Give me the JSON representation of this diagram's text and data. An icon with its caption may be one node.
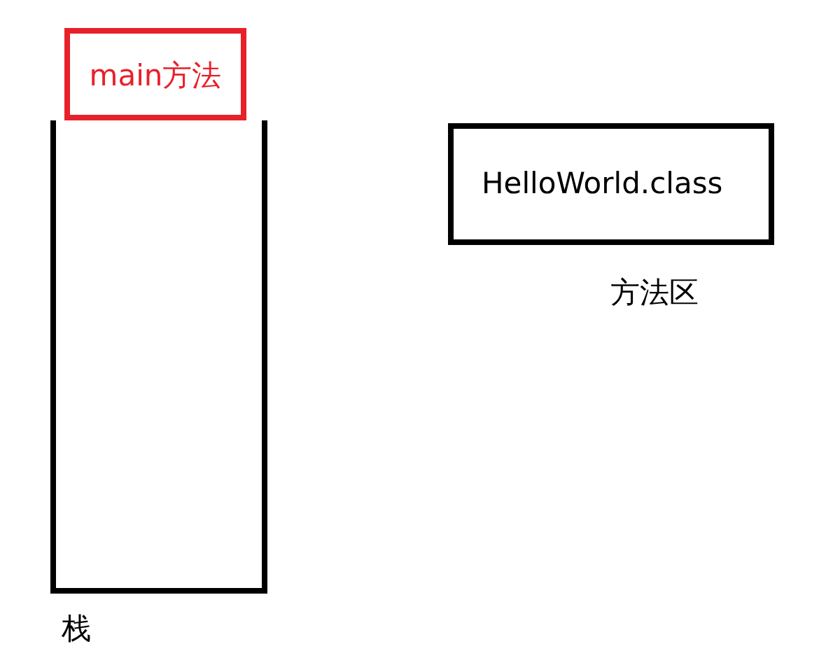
{
  "diagram": {
    "nodes": [
      {
        "text": [],
        "shape": "box",
        "beside": [
          "栈"
        ]
      },
      {
        "text": [
          "main方法"
        ]
      },
      {
        "text": [
          "HelloWorld.class"
        ],
        "beside": [
          "方法区"
        ]
      }
    ]
  }
}
